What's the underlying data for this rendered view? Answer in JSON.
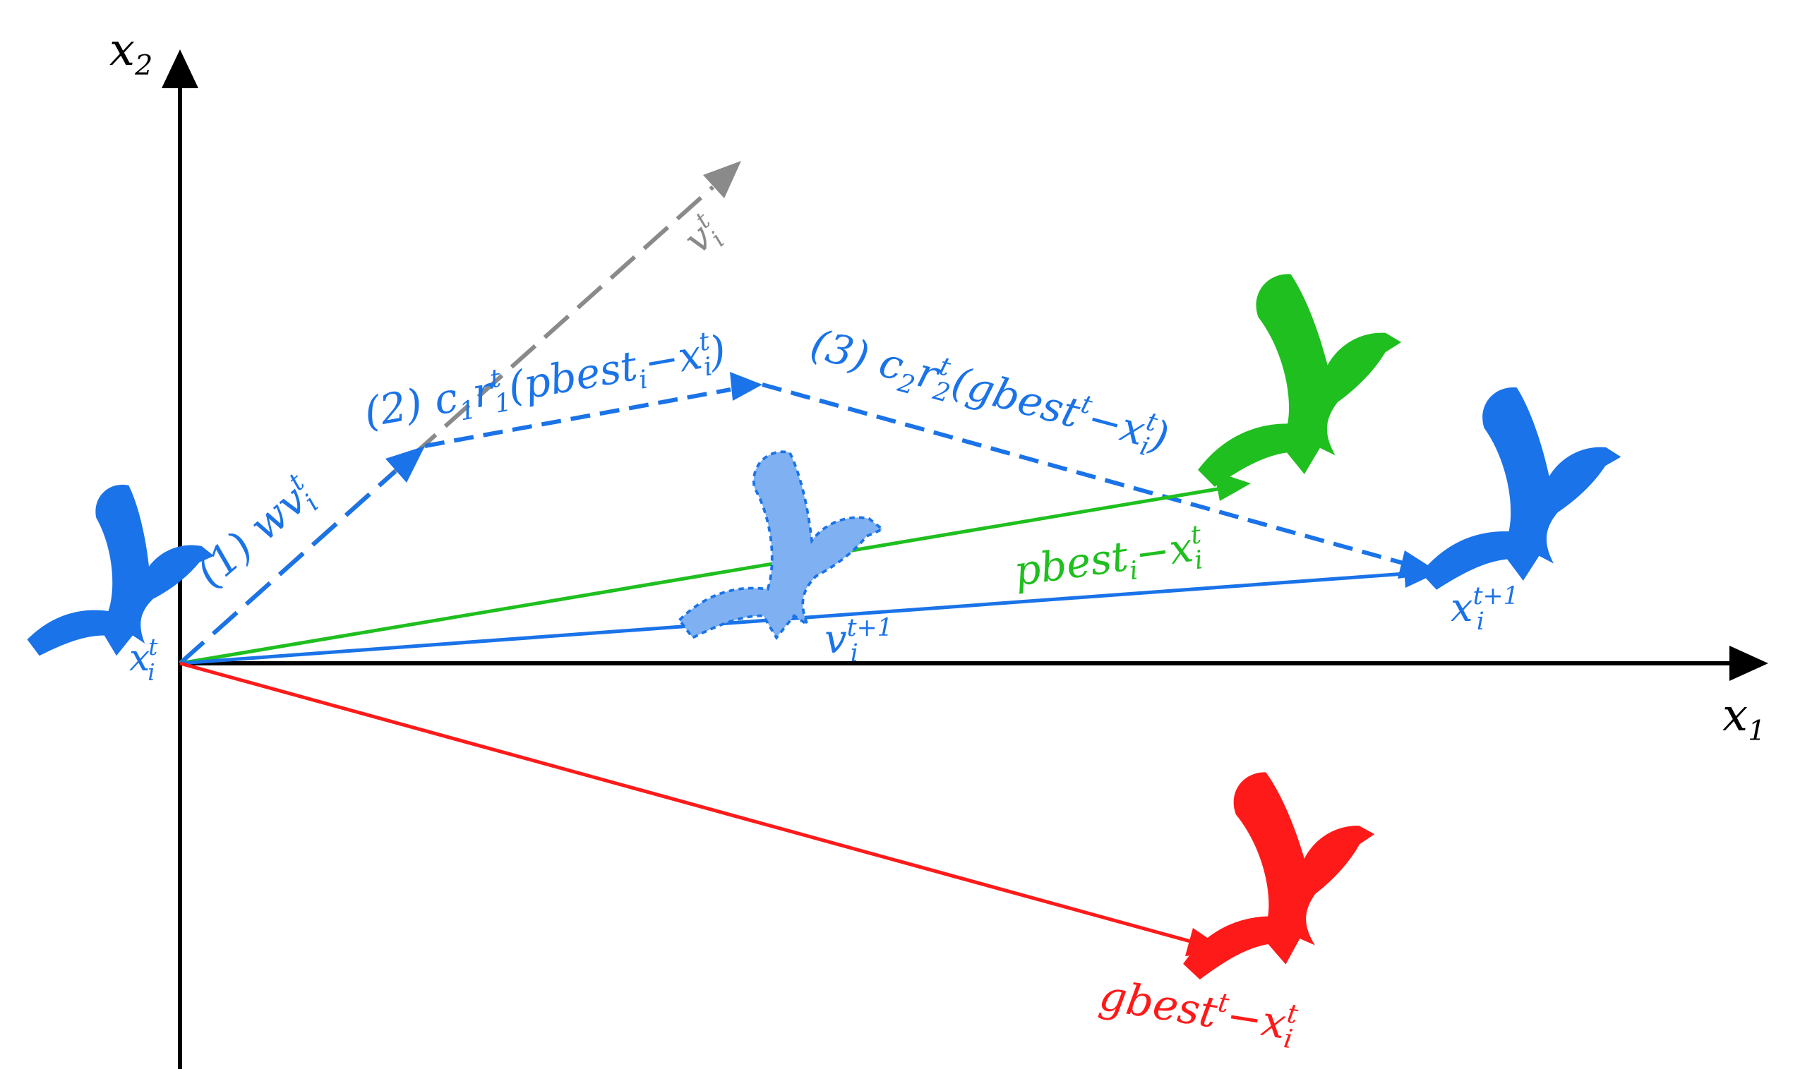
{
  "colors": {
    "axis": "#000000",
    "velocity": "#8a8a8a",
    "particle": "#1a73e8",
    "particle_ghost": "#7fb0f2",
    "pbest": "#1fbf1f",
    "gbest": "#ff1a1a"
  },
  "axes": {
    "x1": {
      "base": "x",
      "sub": "1"
    },
    "x2": {
      "base": "x",
      "sub": "2"
    }
  },
  "labels": {
    "current_position": {
      "base": "x",
      "sub": "i",
      "sup": "t"
    },
    "current_velocity": {
      "base": "v",
      "sub": "i",
      "sup": "t"
    },
    "inertia": {
      "prefix": "(1) ",
      "base": "wv",
      "sub": "i",
      "sup": "t"
    },
    "cognitive": {
      "prefix": "(2) ",
      "c": "c",
      "c_sub": "1",
      "r": "r",
      "r_sub": "1",
      "r_sup": "t",
      "open": "(",
      "term": "pbest",
      "term_sub": "i",
      "minus": "−",
      "x": "x",
      "x_sub": "i",
      "x_sup": "t",
      "close": ")"
    },
    "social": {
      "prefix": "(3) ",
      "c": "c",
      "c_sub": "2",
      "r": "r",
      "r_sub": "2",
      "r_sup": "t",
      "open": "(",
      "term": "gbest",
      "term_sup": "t",
      "minus": "−",
      "x": "x",
      "x_sub": "i",
      "x_sup": "t",
      "close": ")"
    },
    "pbest_diff": {
      "term": "pbest",
      "term_sub": "i",
      "minus": "−",
      "x": "x",
      "x_sub": "i",
      "x_sup": "t"
    },
    "new_velocity": {
      "base": "v",
      "sub": "i",
      "sup": "t+1"
    },
    "new_position": {
      "base": "x",
      "sub": "i",
      "sup": "t+1"
    },
    "gbest_diff": {
      "term": "gbest",
      "term_sup": "t",
      "minus": "−",
      "x": "x",
      "x_sub": "i",
      "x_sup": "t"
    }
  },
  "icons": [
    "bird-icon"
  ]
}
